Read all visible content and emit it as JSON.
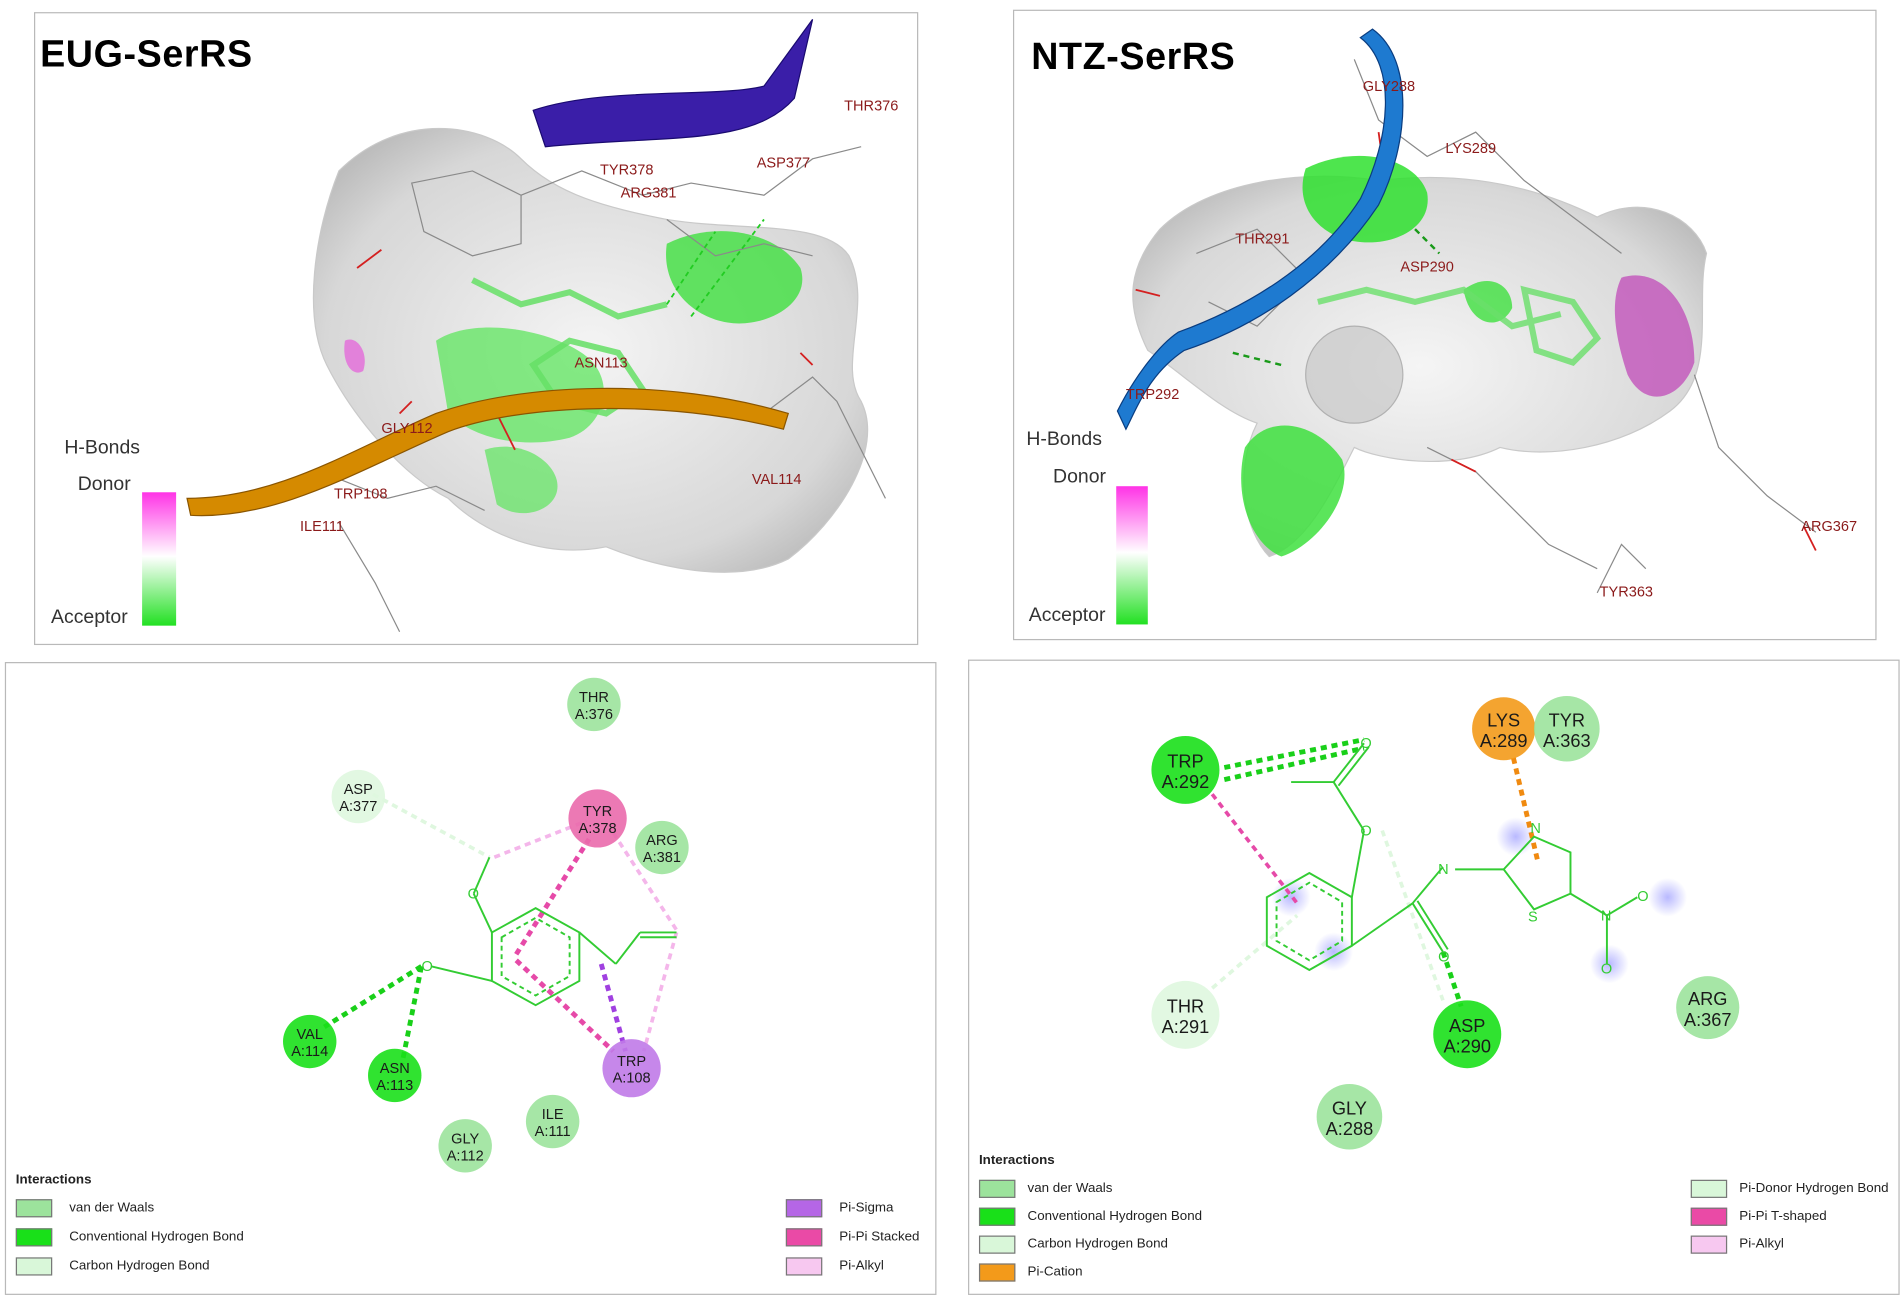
{
  "panels": {
    "eug3d": {
      "title": "EUG-SerRS",
      "hbonds_label": "H-Bonds",
      "donor_label": "Donor",
      "acceptor_label": "Acceptor",
      "residues": [
        "THR376",
        "TYR378",
        "ASP377",
        "ARG381",
        "ASN113",
        "GLY112",
        "TRP108",
        "ILE111",
        "VAL114"
      ]
    },
    "ntz3d": {
      "title": "NTZ-SerRS",
      "hbonds_label": "H-Bonds",
      "donor_label": "Donor",
      "acceptor_label": "Acceptor",
      "residues": [
        "GLY288",
        "LYS289",
        "THR291",
        "ASP290",
        "TRP292",
        "ARG367",
        "TYR363"
      ]
    },
    "eug2d": {
      "nodes": [
        {
          "id": "thr376",
          "l1": "THR",
          "l2": "A:376",
          "type": "vdw"
        },
        {
          "id": "asp377",
          "l1": "ASP",
          "l2": "A:377",
          "type": "carbon_hb"
        },
        {
          "id": "tyr378",
          "l1": "TYR",
          "l2": "A:378",
          "type": "pipi_stacked"
        },
        {
          "id": "arg381",
          "l1": "ARG",
          "l2": "A:381",
          "type": "vdw"
        },
        {
          "id": "val114",
          "l1": "VAL",
          "l2": "A:114",
          "type": "conv_hb"
        },
        {
          "id": "asn113",
          "l1": "ASN",
          "l2": "A:113",
          "type": "conv_hb"
        },
        {
          "id": "trp108",
          "l1": "TRP",
          "l2": "A:108",
          "type": "pi_sigma"
        },
        {
          "id": "gly112",
          "l1": "GLY",
          "l2": "A:112",
          "type": "vdw"
        },
        {
          "id": "ile111",
          "l1": "ILE",
          "l2": "A:111",
          "type": "vdw"
        }
      ],
      "legend_title": "Interactions",
      "legend_left": [
        {
          "label": "van der Waals",
          "color": "#9ce39c"
        },
        {
          "label": "Conventional Hydrogen Bond",
          "color": "#19e019"
        },
        {
          "label": "Carbon Hydrogen Bond",
          "color": "#d9f7d9"
        }
      ],
      "legend_right": [
        {
          "label": "Pi-Sigma",
          "color": "#b566e6"
        },
        {
          "label": "Pi-Pi Stacked",
          "color": "#ea4aa6"
        },
        {
          "label": "Pi-Alkyl",
          "color": "#f7c8f0"
        }
      ]
    },
    "ntz2d": {
      "nodes": [
        {
          "id": "trp292",
          "l1": "TRP",
          "l2": "A:292",
          "type": "conv_hb"
        },
        {
          "id": "lys289",
          "l1": "LYS",
          "l2": "A:289",
          "type": "pi_cation"
        },
        {
          "id": "tyr363",
          "l1": "TYR",
          "l2": "A:363",
          "type": "vdw"
        },
        {
          "id": "thr291",
          "l1": "THR",
          "l2": "A:291",
          "type": "carbon_hb"
        },
        {
          "id": "asp290",
          "l1": "ASP",
          "l2": "A:290",
          "type": "conv_hb"
        },
        {
          "id": "arg367",
          "l1": "ARG",
          "l2": "A:367",
          "type": "vdw"
        },
        {
          "id": "gly288",
          "l1": "GLY",
          "l2": "A:288",
          "type": "vdw"
        }
      ],
      "legend_title": "Interactions",
      "legend_left": [
        {
          "label": "van der Waals",
          "color": "#9ce39c"
        },
        {
          "label": "Conventional Hydrogen Bond",
          "color": "#19e019"
        },
        {
          "label": "Carbon Hydrogen Bond",
          "color": "#d9f7d9"
        },
        {
          "label": "Pi-Cation",
          "color": "#f39a1a"
        }
      ],
      "legend_right": [
        {
          "label": "Pi-Donor Hydrogen Bond",
          "color": "#d9f7d9"
        },
        {
          "label": "Pi-Pi T-shaped",
          "color": "#ea4aa6"
        },
        {
          "label": "Pi-Alkyl",
          "color": "#f7c8f0"
        }
      ]
    }
  },
  "colors": {
    "vdw": "#9ce39c",
    "conv_hb": "#19e019",
    "carbon_hb": "#dff7df",
    "pipi_stacked": "#ea6aac",
    "pi_sigma": "#c07ae8",
    "pi_cation": "#f39a1a",
    "ligand": "#33cc33"
  }
}
